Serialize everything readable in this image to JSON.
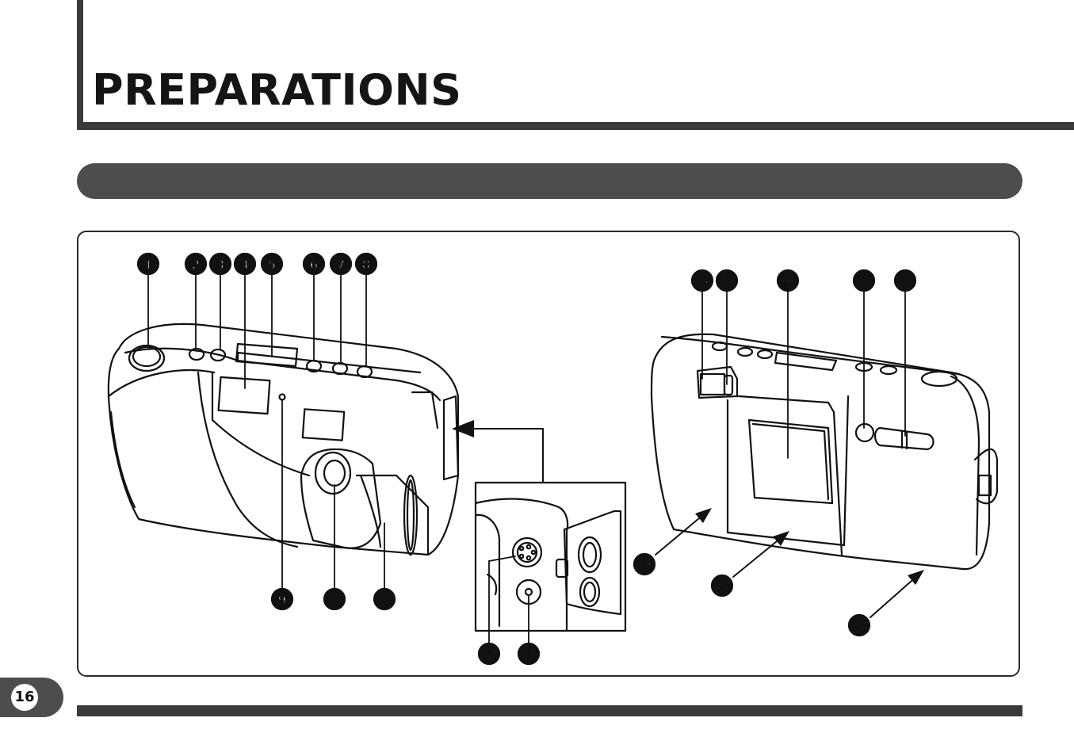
{
  "header": {
    "title": "PREPARATIONS"
  },
  "section": {
    "heading": ""
  },
  "figure": {
    "callouts": [
      {
        "id": "callout-1",
        "label": "1"
      },
      {
        "id": "callout-2",
        "label": "2"
      },
      {
        "id": "callout-3",
        "label": "3"
      },
      {
        "id": "callout-4",
        "label": "4"
      },
      {
        "id": "callout-5",
        "label": "5"
      },
      {
        "id": "callout-6",
        "label": "6"
      },
      {
        "id": "callout-7",
        "label": "7"
      },
      {
        "id": "callout-8",
        "label": "8"
      },
      {
        "id": "callout-9",
        "label": "9"
      },
      {
        "id": "callout-10",
        "label": "10"
      },
      {
        "id": "callout-11",
        "label": "11"
      },
      {
        "id": "callout-12",
        "label": "12"
      },
      {
        "id": "callout-13",
        "label": "13"
      },
      {
        "id": "callout-14",
        "label": "14"
      },
      {
        "id": "callout-15",
        "label": "15"
      },
      {
        "id": "callout-16",
        "label": "16"
      },
      {
        "id": "callout-17",
        "label": "17"
      },
      {
        "id": "callout-18",
        "label": "18"
      },
      {
        "id": "callout-19",
        "label": "19"
      },
      {
        "id": "callout-20",
        "label": "20"
      },
      {
        "id": "callout-21",
        "label": "21"
      }
    ]
  },
  "footer": {
    "page_number": "16"
  }
}
